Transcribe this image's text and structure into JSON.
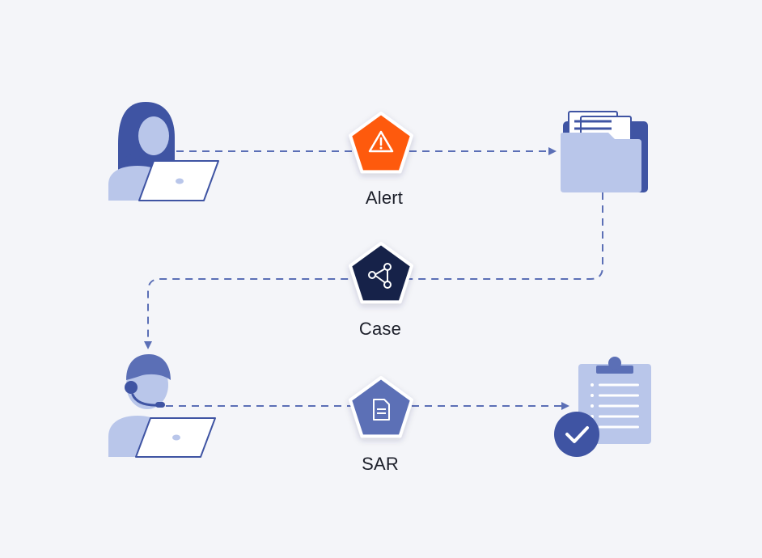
{
  "steps": {
    "alert": {
      "label": "Alert",
      "icon": "warning-triangle-icon",
      "color": "#fe5a0e"
    },
    "case": {
      "label": "Case",
      "icon": "share-nodes-icon",
      "color": "#13214a"
    },
    "sar": {
      "label": "SAR",
      "icon": "document-icon",
      "color": "#5b6fb6"
    }
  },
  "actors": {
    "analyst": {
      "icon": "analyst-at-laptop-icon"
    },
    "investigator": {
      "icon": "support-agent-headset-icon"
    }
  },
  "objects": {
    "folder": {
      "icon": "folder-documents-icon"
    },
    "report": {
      "icon": "clipboard-checklist-icon"
    },
    "check": {
      "icon": "check-circle-icon"
    }
  },
  "colors": {
    "background": "#f4f5f9",
    "connector": "#5b6fb6",
    "illustration_light": "#b9c6ea",
    "illustration_dark": "#3f54a3"
  }
}
